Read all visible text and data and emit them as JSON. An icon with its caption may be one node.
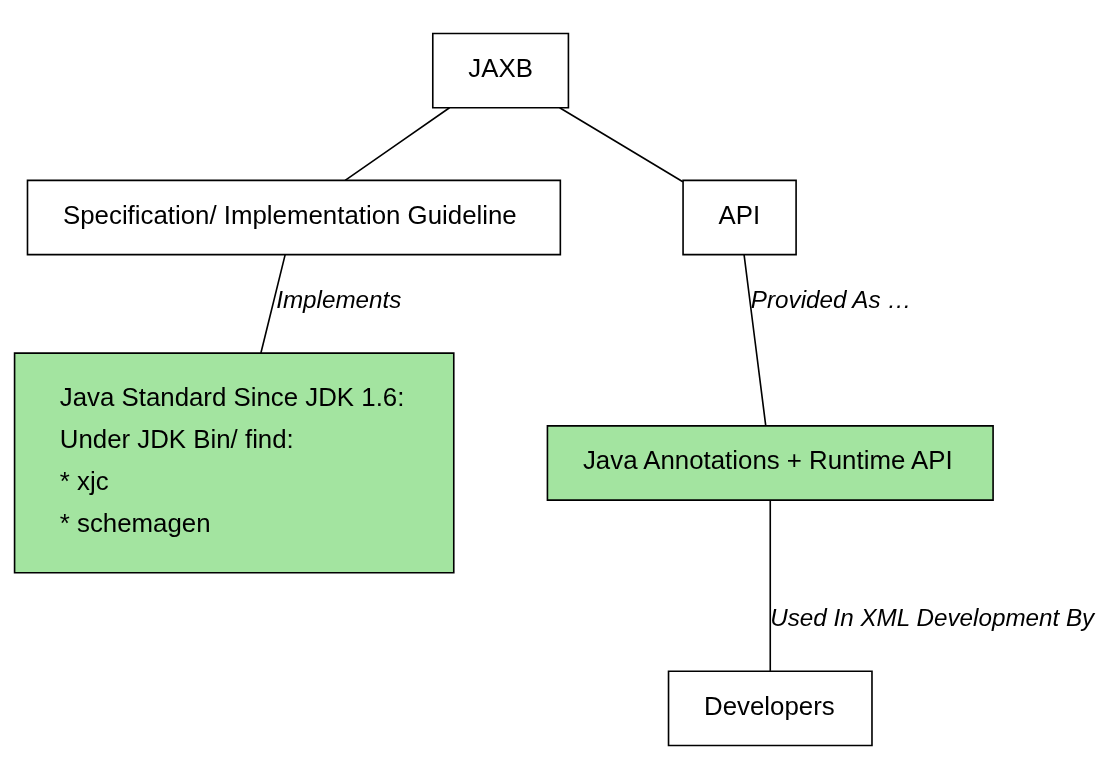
{
  "diagram": {
    "nodes": [
      {
        "text": [
          "JAXB"
        ]
      },
      {
        "text": [
          "Specification/ Implementation Guideline"
        ]
      },
      {
        "text": [
          "API"
        ]
      },
      {
        "text": [
          "Java Standard Since JDK 1.6:",
          "Under JDK Bin/ find:",
          "* xjc",
          "* schemagen"
        ]
      },
      {
        "text": [
          "Java Annotations + Runtime API"
        ]
      },
      {
        "text": [
          "Developers"
        ]
      }
    ],
    "edges": [
      {
        "from": 0,
        "to": 1,
        "arrow": "none"
      },
      {
        "from": 0,
        "to": 2,
        "arrow": "none"
      },
      {
        "from": 1,
        "to": 3,
        "arrow": "none",
        "label": "Implements"
      },
      {
        "from": 2,
        "to": 4,
        "arrow": "none",
        "label": "Provided As …"
      },
      {
        "from": 4,
        "to": 5,
        "arrow": "none",
        "label": "Used In XML Development By"
      }
    ]
  }
}
